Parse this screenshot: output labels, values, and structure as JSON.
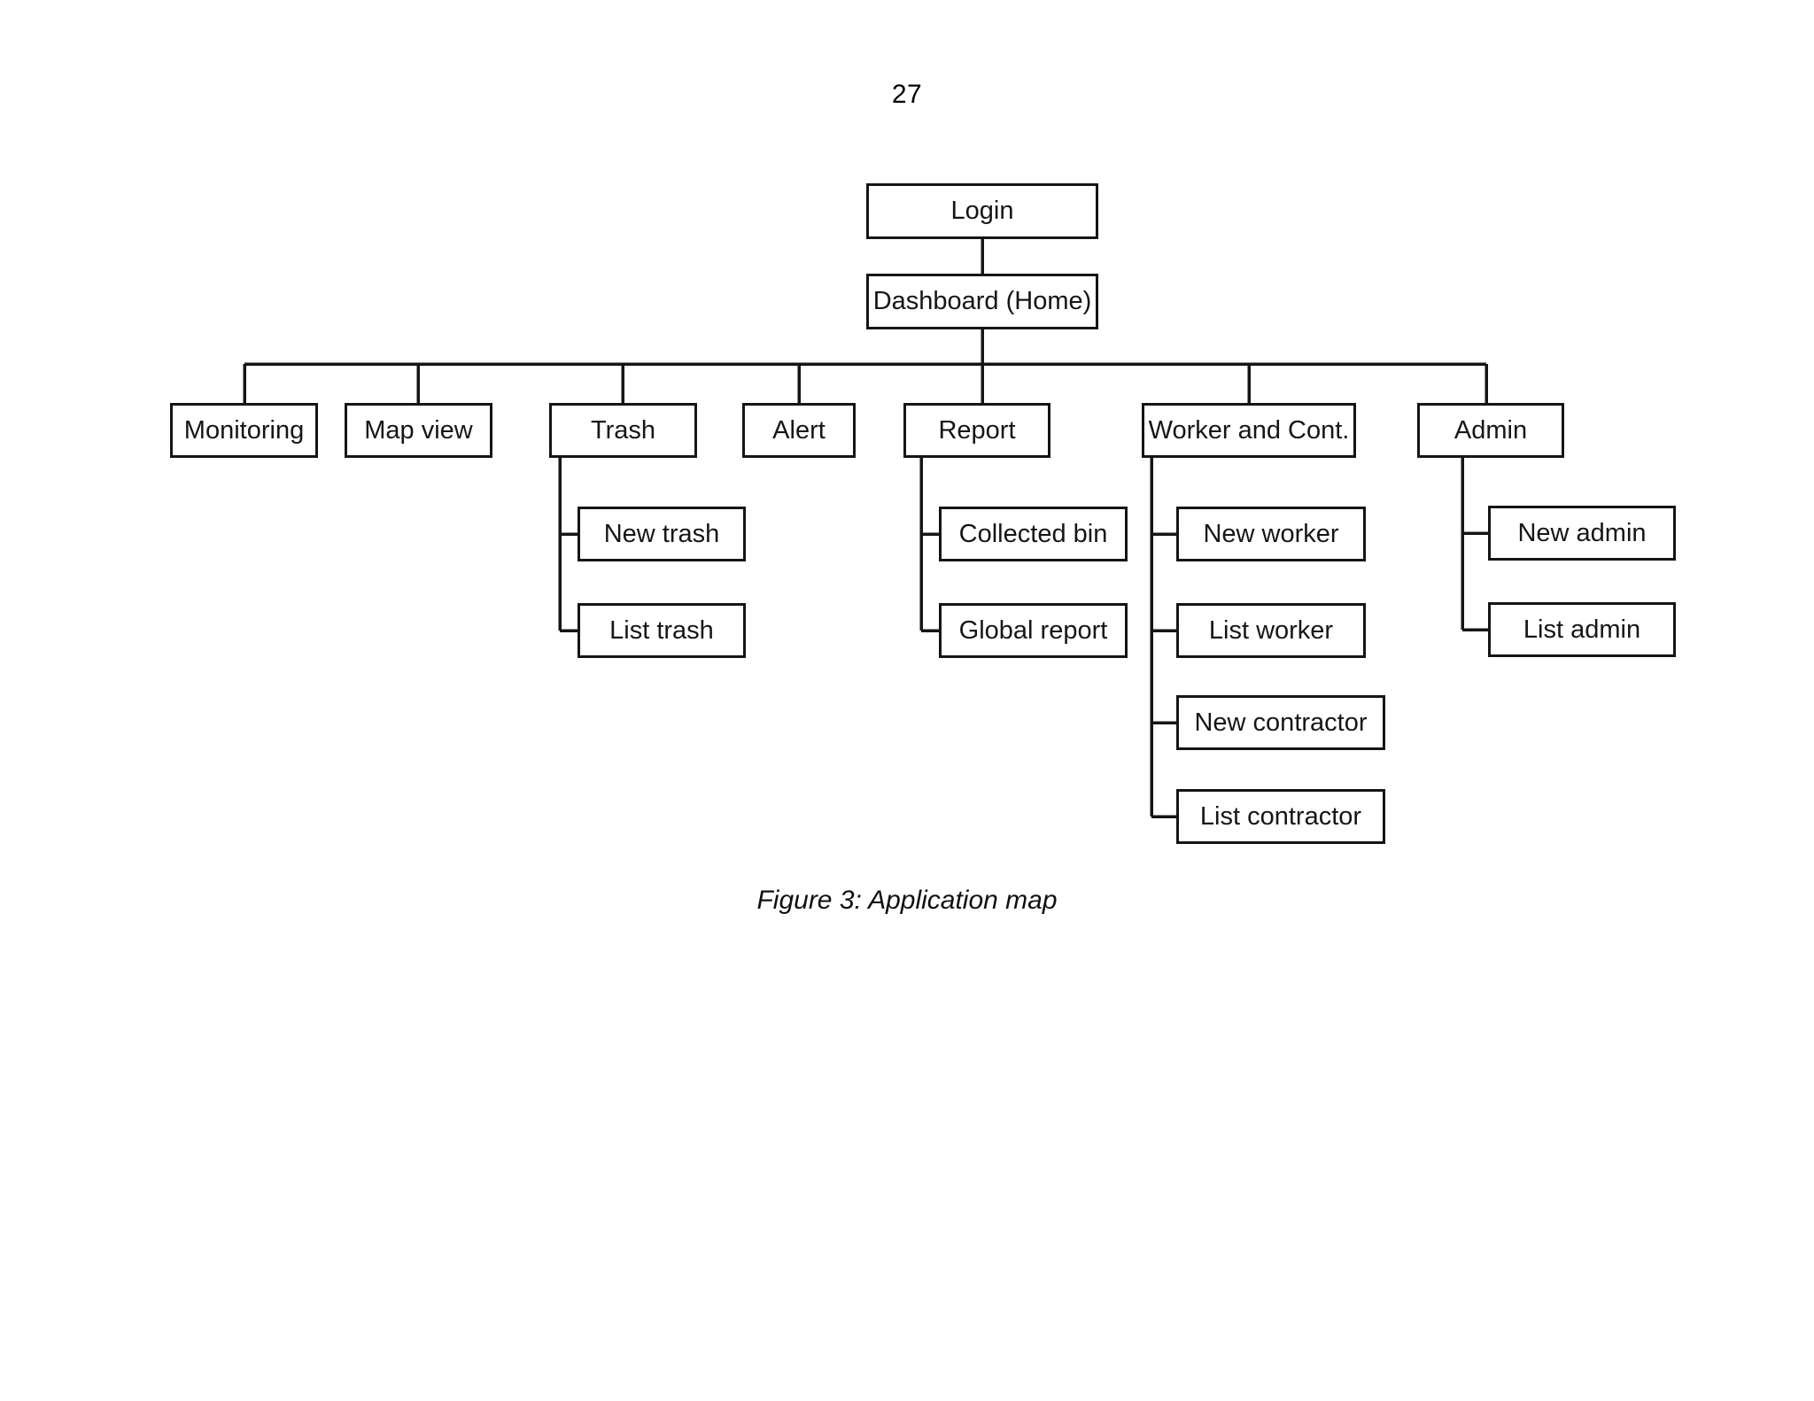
{
  "page": {
    "number": "27",
    "caption": "Figure 3: Application map",
    "background_color": "#ffffff",
    "line_color": "#151515",
    "text_color": "#161616"
  },
  "diagram": {
    "type": "tree",
    "title": "Application map",
    "nodes": {
      "login": "Login",
      "dashboard": "Dashboard (Home)",
      "monitoring": "Monitoring",
      "map_view": "Map view",
      "trash": "Trash",
      "alert": "Alert",
      "report": "Report",
      "worker_and_cont": "Worker and Cont.",
      "admin": "Admin",
      "new_trash": "New trash",
      "list_trash": "List trash",
      "collected_bin": "Collected bin",
      "global_report": "Global report",
      "new_worker": "New worker",
      "list_worker": "List worker",
      "new_contractor": "New contractor",
      "list_contractor": "List contractor",
      "new_admin": "New admin",
      "list_admin": "List admin"
    },
    "hierarchy": [
      {
        "label": "Login",
        "children": [
          {
            "label": "Dashboard (Home)",
            "children": [
              {
                "label": "Monitoring",
                "children": []
              },
              {
                "label": "Map view",
                "children": []
              },
              {
                "label": "Trash",
                "children": [
                  {
                    "label": "New trash",
                    "children": []
                  },
                  {
                    "label": "List trash",
                    "children": []
                  }
                ]
              },
              {
                "label": "Alert",
                "children": []
              },
              {
                "label": "Report",
                "children": [
                  {
                    "label": "Collected bin",
                    "children": []
                  },
                  {
                    "label": "Global report",
                    "children": []
                  }
                ]
              },
              {
                "label": "Worker and Cont.",
                "children": [
                  {
                    "label": "New worker",
                    "children": []
                  },
                  {
                    "label": "List worker",
                    "children": []
                  },
                  {
                    "label": "New contractor",
                    "children": []
                  },
                  {
                    "label": "List contractor",
                    "children": []
                  }
                ]
              },
              {
                "label": "Admin",
                "children": [
                  {
                    "label": "New admin",
                    "children": []
                  },
                  {
                    "label": "List admin",
                    "children": []
                  }
                ]
              }
            ]
          }
        ]
      }
    ]
  }
}
